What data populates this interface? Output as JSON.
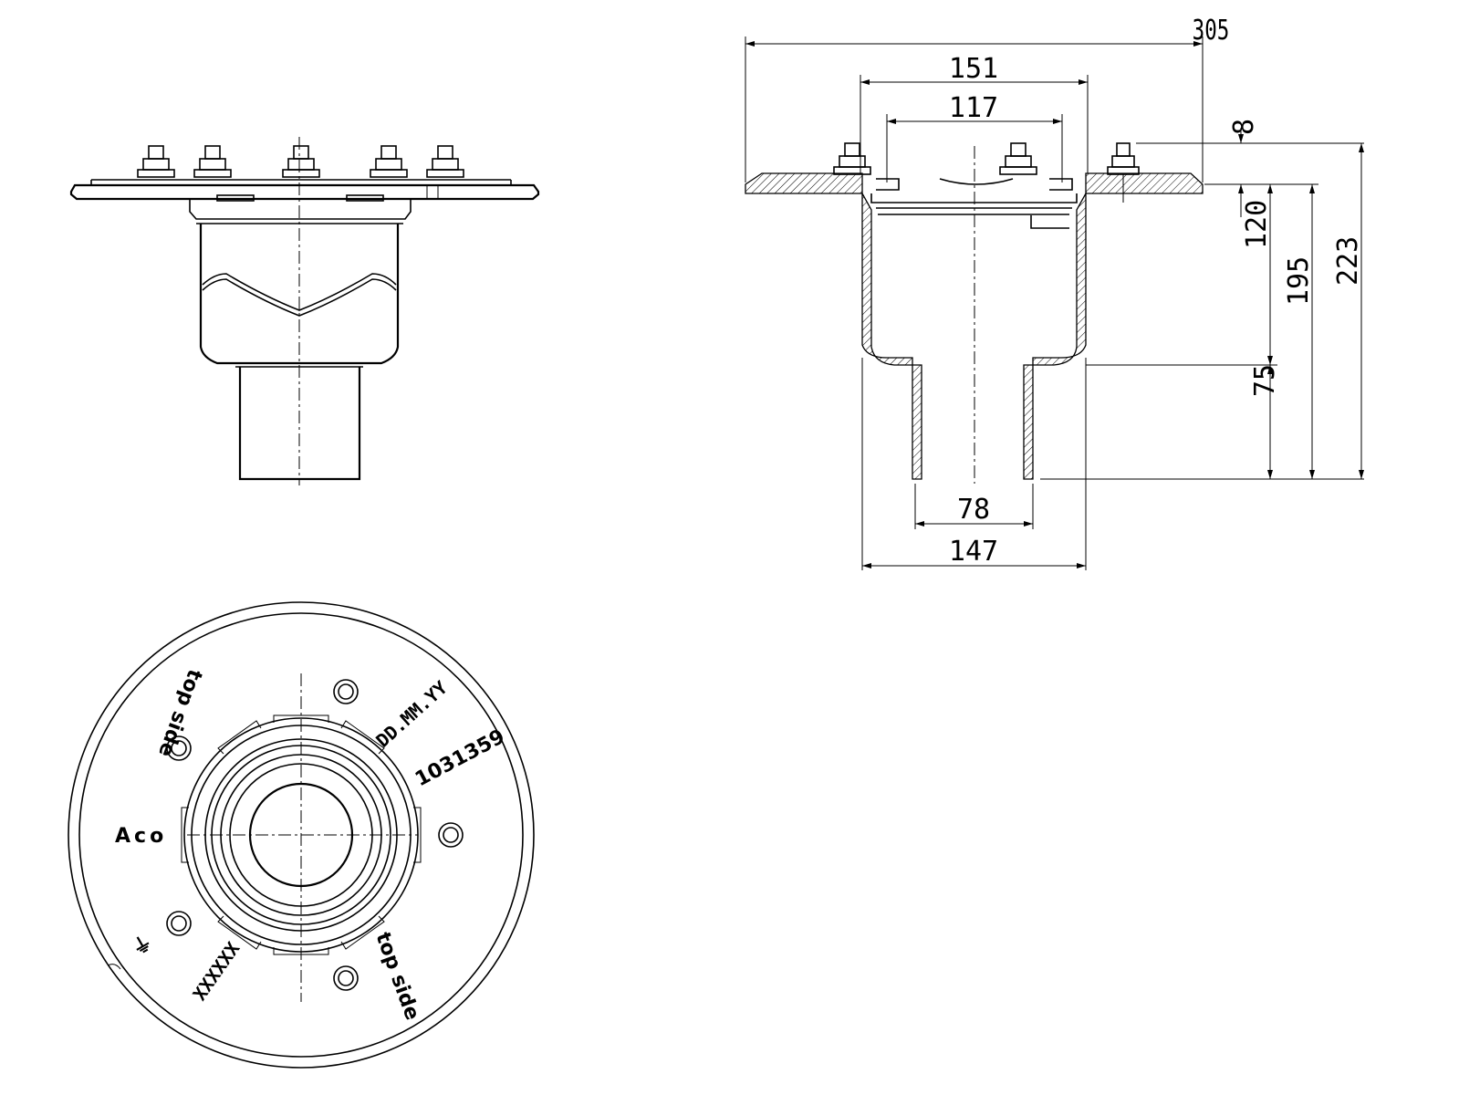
{
  "dimensions": {
    "overall_flange_width": "305",
    "clamp_ring_diameter": "151",
    "inner_opening_width": "117",
    "spigot_outer_diameter": "78",
    "body_outer_diameter": "147",
    "flange_thickness": "8",
    "body_height": "120",
    "height_below_flange": "195",
    "total_height": "223",
    "spigot_length": "75"
  },
  "markings": {
    "top_side_upper": "top side",
    "top_side_lower": "top side",
    "date_code": "DD.MM.YY",
    "article_number": "1031359",
    "brand": "Aco",
    "batch_code": "XXXXXX",
    "earth_symbol": "⏚"
  }
}
